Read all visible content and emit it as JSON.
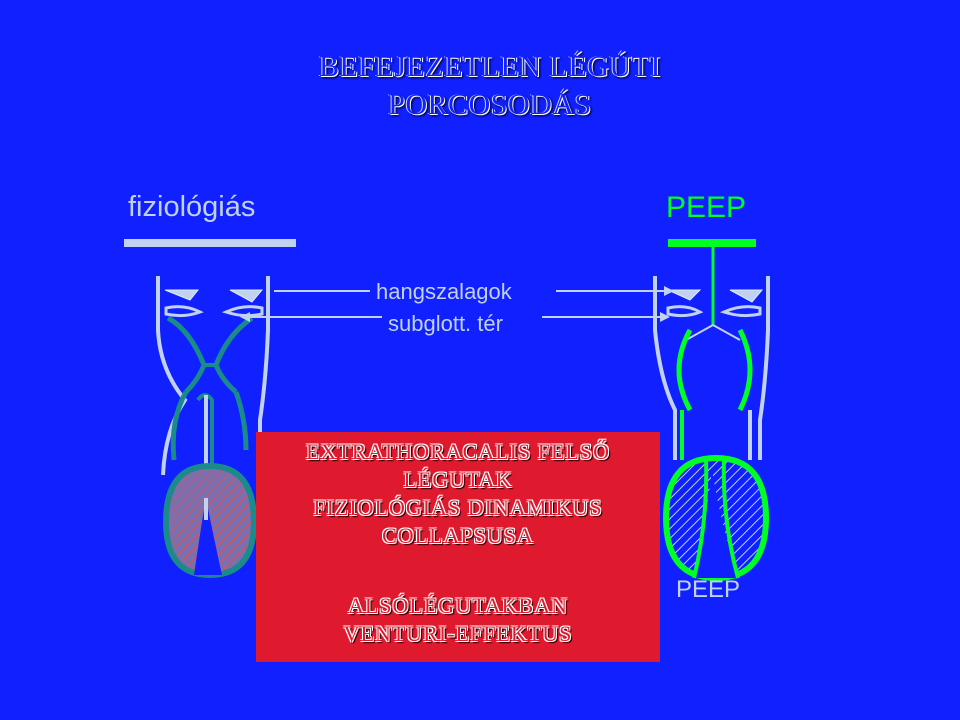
{
  "slide": {
    "title_line1": "BEFEJEZETLEN LÉGÚTI",
    "title_line2": "PORCOSODÁS",
    "label_physiological": "fiziológiás",
    "label_peep_top": "PEEP",
    "label_vocal_cords": "hangszalagok",
    "label_subglottic": "subglott. tér",
    "label_peep_bottom": "PEEP",
    "box_lines": [
      "EXTRATHORACALIS FELSŐ",
      "LÉGUTAK",
      "FIZIOLÓGIÁS DINAMIKUS",
      "COLLAPSUSA"
    ],
    "box_lines_bottom": [
      "ALSÓLÉGUTAKBAN",
      "VENTURI-EFFEKTUS"
    ]
  },
  "colors": {
    "background": "#1020ff",
    "airway_wall": "#c0d2f0",
    "teal_airway": "#1a8a8a",
    "peep_green": "#00ff22",
    "red_box": "#e01a2e",
    "hatch_red": "#e05050"
  },
  "icons": [
    "vocal-cord-icon",
    "lung-icon",
    "airway-icon"
  ]
}
